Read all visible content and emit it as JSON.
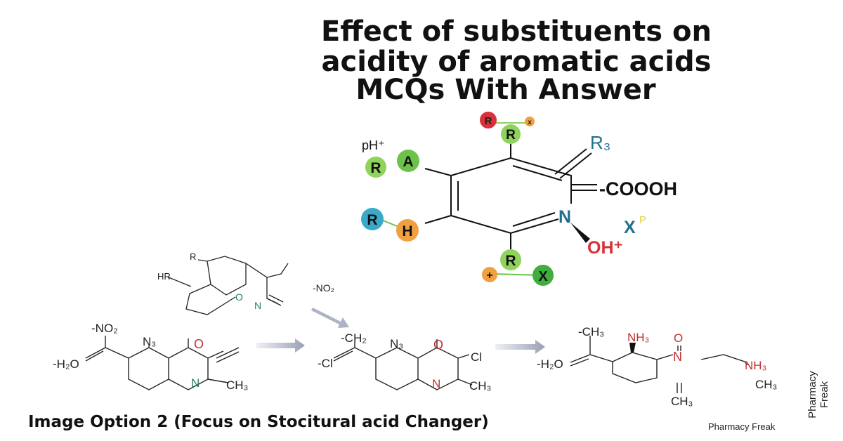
{
  "title": {
    "line1": "Effect of substituents on",
    "line2": "acidity of aromatic acids",
    "line3": "MCQs With Answer"
  },
  "main_structure": {
    "ph": "pH⁺",
    "r_top_red": "R",
    "x_top_orange": "x",
    "r_top_green": "R",
    "r3": "R₃",
    "r_left": "R",
    "a_left": "A",
    "r_blue": "R",
    "h_orange": "H",
    "cooh": "-COOOH",
    "n": "N",
    "oh": "OH⁺",
    "x": "X",
    "p": "P",
    "r_bottom": "R",
    "plus": "+",
    "x_bottom": "X",
    "colors": {
      "green": "#8fd35c",
      "dark_green": "#3fae3f",
      "red": "#d9303a",
      "orange": "#f0a040",
      "blue": "#3aa8c8",
      "teal": "#1f6f8b"
    }
  },
  "top_molecule": {
    "r": "R",
    "hr": "HR",
    "o": "O",
    "n": "N",
    "no2": "-NO₂"
  },
  "left_molecule": {
    "no2": "-NO₂",
    "n3": "N₃",
    "o": "O",
    "h2o": "-H₂O",
    "n": "N",
    "ch3": "CH₃"
  },
  "middle_molecule": {
    "ch2": "-CH₂",
    "n3": "N₃",
    "o": "O",
    "cl_left": "-Cl",
    "cl_right": "Cl",
    "n": "N",
    "ch3": "CH₃"
  },
  "right_molecule": {
    "ch3_top": "-CH₃",
    "nh3_left": "NH₃",
    "o": "O",
    "n": "N",
    "h2o": "-H₂O",
    "nh3_right": "NH₃",
    "ch3_right": "CH₃",
    "ch3_bottom": "CH₃"
  },
  "caption": "Image Option 2 (Focus on Stocitural acid Changer)",
  "watermark": "Pharmacy Freak",
  "watermark_vertical": "Pharmacy Freak"
}
